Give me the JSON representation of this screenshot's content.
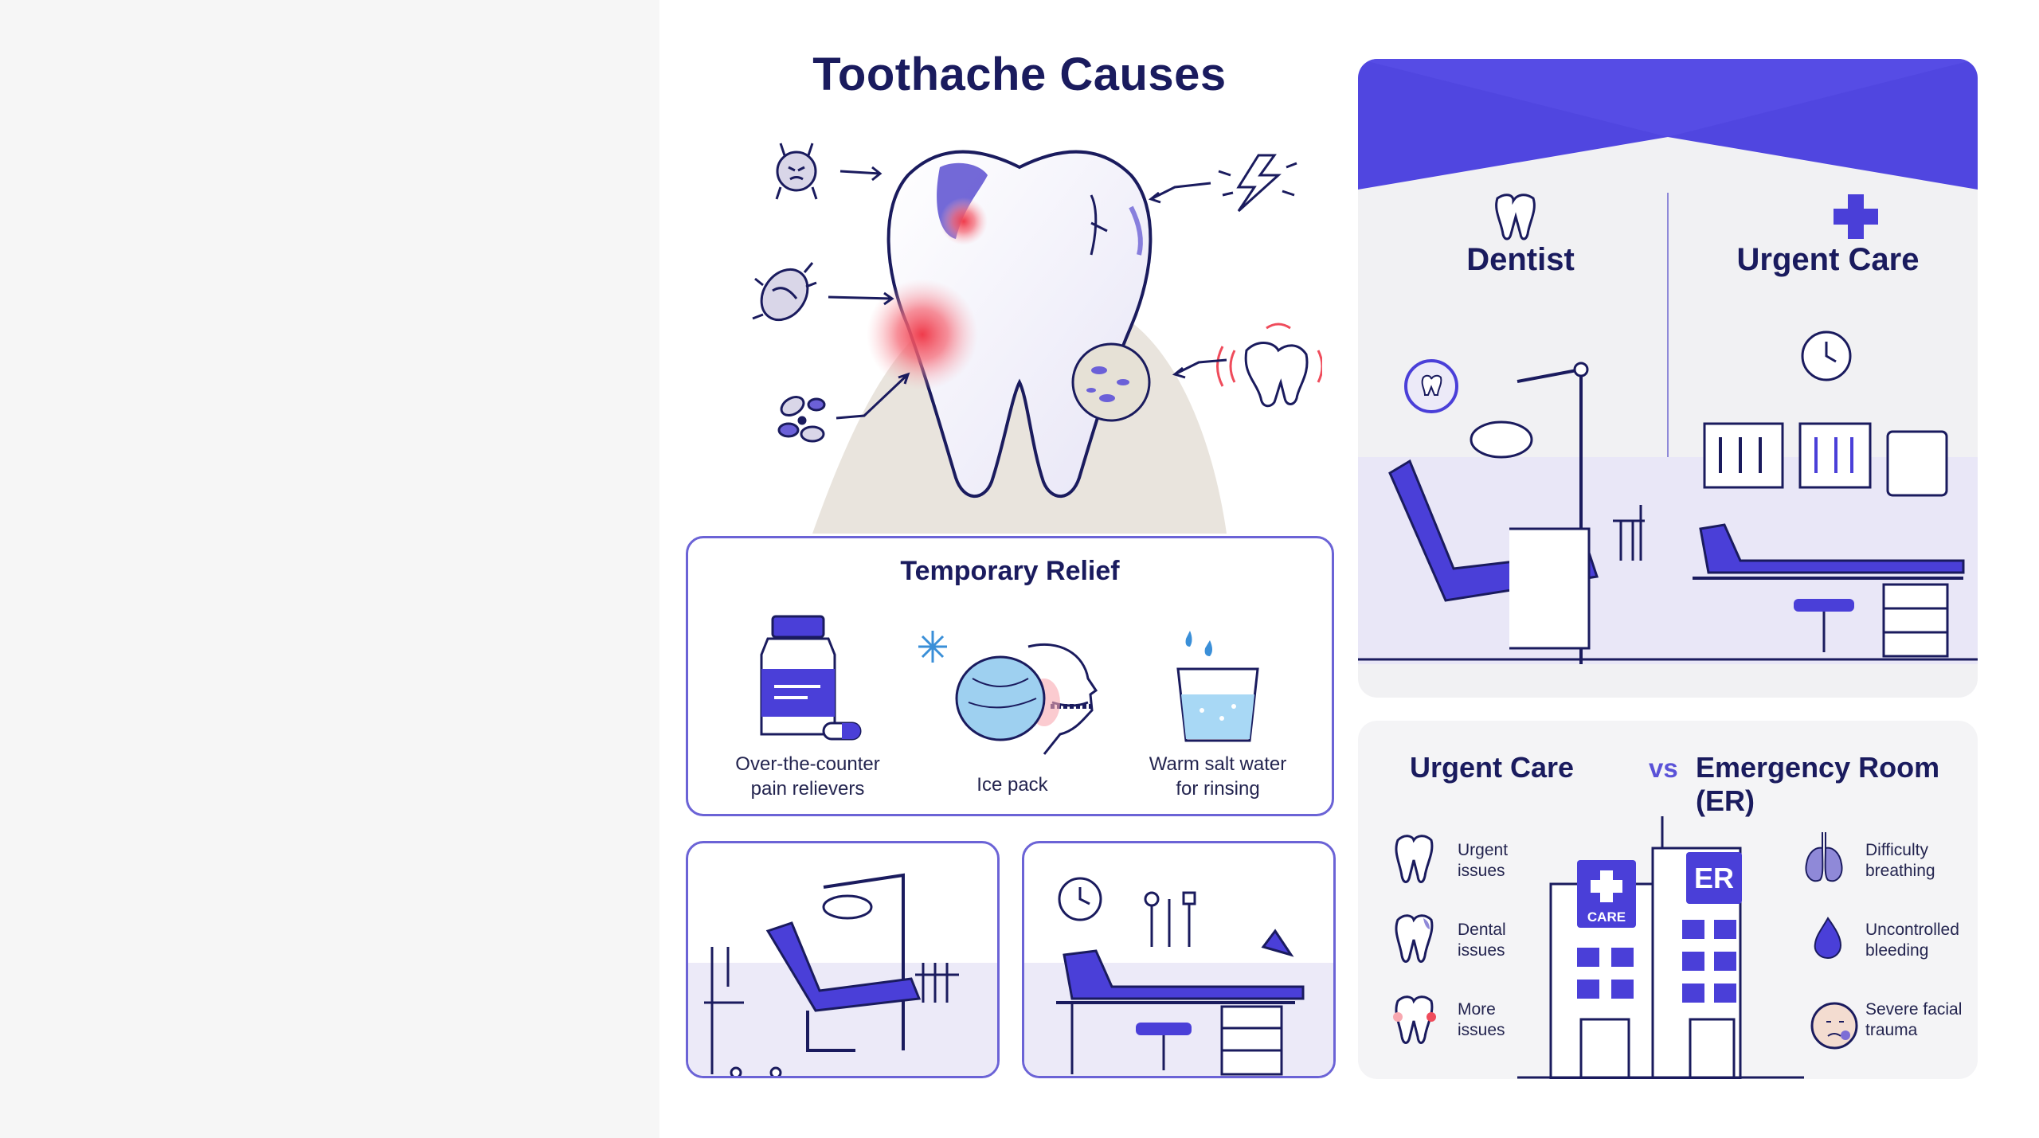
{
  "title": "Toothache Causes",
  "relief": {
    "title": "Temporary Relief",
    "items": [
      {
        "label_line1": "Over-the-counter",
        "label_line2": "pain relievers",
        "icon": "pill-bottle-icon"
      },
      {
        "label_line1": "Ice pack",
        "label_line2": "",
        "icon": "ice-pack-icon"
      },
      {
        "label_line1": "Warm salt water",
        "label_line2": "for rinsing",
        "icon": "water-glass-icon"
      }
    ]
  },
  "comparison": {
    "left_label": "Dentist",
    "right_label": "Urgent Care"
  },
  "urgent_vs_er": {
    "left_title": "Urgent Care",
    "vs": "vs",
    "right_title": "Emergency Room (ER)",
    "care_sign": "CARE",
    "er_sign": "ER",
    "urgent_items": [
      {
        "line1": "Urgent",
        "line2": "issues"
      },
      {
        "line1": "Dental",
        "line2": "issues"
      },
      {
        "line1": "More",
        "line2": "issues"
      }
    ],
    "er_items": [
      {
        "line1": "Difficulty",
        "line2": "breathing"
      },
      {
        "line1": "Uncontrolled",
        "line2": "bleeding"
      },
      {
        "line1": "Severe facial",
        "line2": "trauma"
      }
    ]
  },
  "colors": {
    "accent": "#5046e0",
    "navy": "#1a1b5e",
    "pain_red": "#ef4b5b",
    "border": "#6b63d6"
  }
}
